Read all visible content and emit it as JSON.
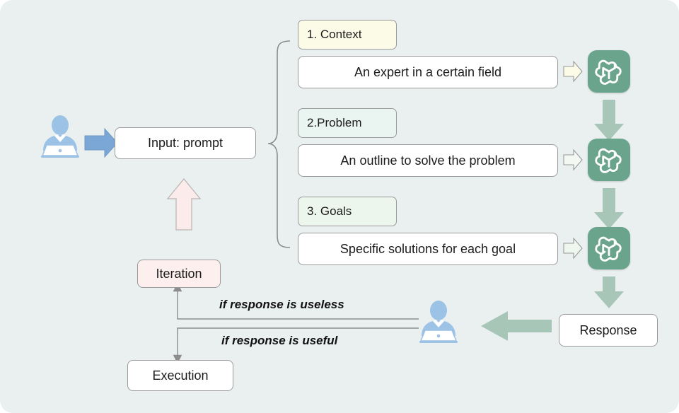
{
  "diagram": {
    "title": "Prompt engineering iteration flow",
    "background_color": "#eaf0f0"
  },
  "nodes": {
    "input_prompt": "Input: prompt",
    "response": "Response",
    "iteration": "Iteration",
    "execution": "Execution"
  },
  "sections": [
    {
      "tag": "1. Context",
      "tag_color": "#fbfbe8",
      "text": "An expert in a certain field",
      "icon": "chatgpt-logo"
    },
    {
      "tag": "2.Problem",
      "tag_color": "#eaf4f1",
      "text": "An outline to solve the problem",
      "icon": "chatgpt-logo"
    },
    {
      "tag": "3. Goals",
      "tag_color": "#edf6ec",
      "text": "Specific solutions for each goal",
      "icon": "chatgpt-logo"
    }
  ],
  "edges": {
    "useless": "if response is useless",
    "useful": "if response is useful"
  },
  "icons": {
    "user_left": "person-at-laptop-icon",
    "user_bottom": "person-at-laptop-icon",
    "blue_arrow": "arrow-right-icon",
    "pink_arrow_up": "arrow-up-icon",
    "green_arrow_down": "arrow-down-icon",
    "green_arrow_left": "arrow-left-icon",
    "small_arrow_right": "arrow-right-small-icon",
    "brace": "curly-brace-icon"
  },
  "colors": {
    "accent_green": "#6aa48d",
    "arrow_green": "#a7c6b8",
    "arrow_blue": "#7ba7d7",
    "arrow_pink": "#fbeceb",
    "iteration_pink": "#fcefee",
    "person_blue": "#9cc2e6",
    "stroke_gray": "#8c8c8c"
  }
}
